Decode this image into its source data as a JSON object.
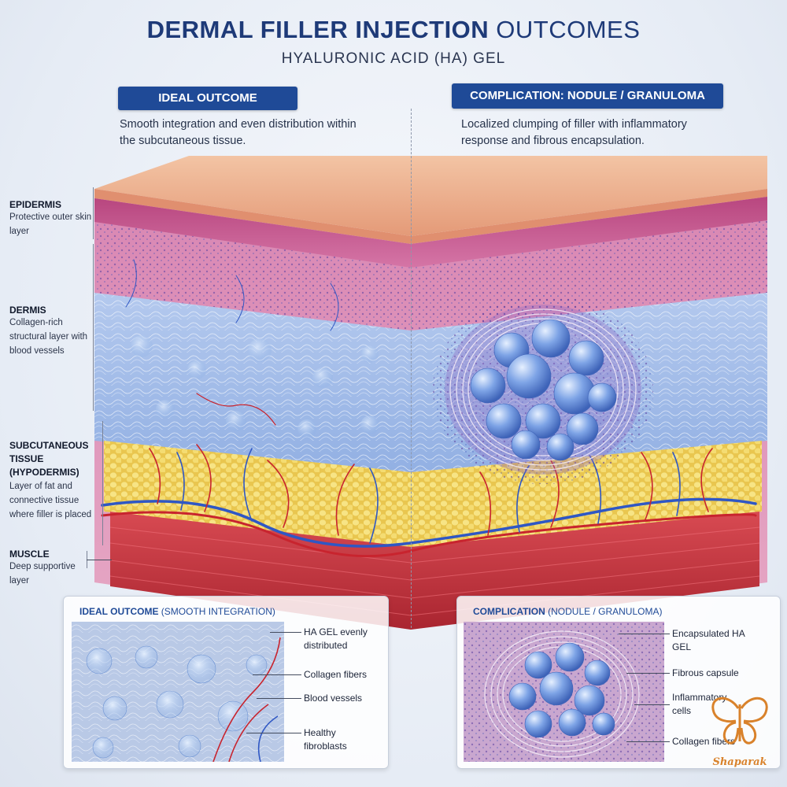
{
  "header": {
    "title_part1": "DERMAL FILLER INJECTION",
    "title_part2": " OUTCOMES",
    "subtitle": "HYALURONIC ACID (HA) GEL"
  },
  "left_panel": {
    "pill": "IDEAL OUTCOME",
    "description": "Smooth integration and even distribution within the subcutaneous tissue."
  },
  "right_panel": {
    "pill": "COMPLICATION: NODULE / GRANULOMA",
    "description": "Localized clumping of filler with inflammatory response and fibrous encapsulation."
  },
  "layers": [
    {
      "name": "EPIDERMIS",
      "desc": "Protective outer skin layer"
    },
    {
      "name": "DERMIS",
      "desc": "Collagen-rich structural layer with blood vessels"
    },
    {
      "name": "SUBCUTANEOUS TISSUE (HYPODERMIS)",
      "desc": "Layer of fat and connective tissue where filler is placed"
    },
    {
      "name": "MUSCLE",
      "desc": "Deep supportive layer"
    }
  ],
  "inset_left": {
    "title_a": "IDEAL OUTCOME",
    "title_b": " (SMOOTH INTEGRATION)",
    "labels": [
      "HA GEL evenly distributed",
      "Collagen fibers",
      "Blood vessels",
      "Healthy fibroblasts"
    ]
  },
  "inset_right": {
    "title_a": "COMPLICATION",
    "title_b": " (NODULE / GRANULOMA)",
    "labels": [
      "Encapsulated HA GEL",
      "Fibrous capsule",
      "Inflammatory cells",
      "Collagen fibers"
    ]
  },
  "logo": {
    "text": "Shaparak"
  },
  "colors": {
    "accent": "#1f4a97",
    "epidermis": "#e9a98a",
    "dermis": "#d98bb0",
    "gel": "#a9c3ea",
    "fat": "#f1d86a",
    "muscle": "#c9343f",
    "vessel_red": "#c8242e",
    "vessel_blue": "#2f57c4"
  }
}
